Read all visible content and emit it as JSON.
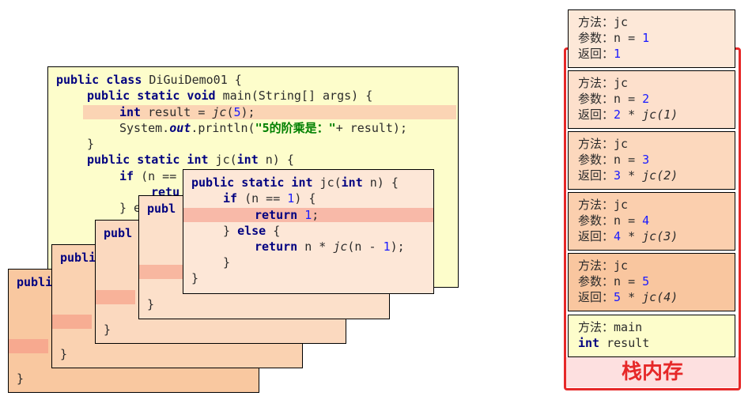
{
  "main_code": {
    "l1": [
      "public class",
      " DiGuiDemo01 {"
    ],
    "l2": [
      "public static void",
      " main(String[] args) {"
    ],
    "l3": [
      "int",
      " result = ",
      "jc",
      "(",
      "5",
      ");"
    ],
    "l4": [
      "System.",
      "out",
      ".println(",
      "\"5的阶乘是：\"",
      "+ result);"
    ],
    "l5": "}",
    "l6": [
      "public static int",
      " jc(",
      "int",
      " n) {"
    ],
    "l7": [
      "if",
      " (n =="
    ],
    "l8": "retu",
    "l9": [
      "} e",
      ""
    ]
  },
  "front_code": {
    "l1": [
      "public static int",
      " jc(",
      "int",
      " n) {"
    ],
    "l2": [
      "if",
      " (n == ",
      "1",
      ") {"
    ],
    "l3": [
      "return",
      " ",
      "1",
      ";"
    ],
    "l4": [
      "} ",
      "else",
      " {"
    ],
    "l5": [
      "return",
      " n * ",
      "jc",
      "(n - ",
      "1",
      ");"
    ],
    "l6": "}",
    "l7": "}"
  },
  "stub_text": {
    "publ": "publ",
    "publi": "publi",
    "close": "}"
  },
  "frames": [
    {
      "method_label": "方法：",
      "method": "jc",
      "param_label": "参数：",
      "param": "n = ",
      "param_val": "1",
      "ret_label": "返回：",
      "ret": "1",
      "ret_rest": "",
      "bg": "#fde8d8"
    },
    {
      "method_label": "方法：",
      "method": "jc",
      "param_label": "参数：",
      "param": "n = ",
      "param_val": "2",
      "ret_label": "返回：",
      "ret": "2",
      "ret_rest": " * jc(1)",
      "bg": "#fde0cc"
    },
    {
      "method_label": "方法：",
      "method": "jc",
      "param_label": "参数：",
      "param": "n = ",
      "param_val": "3",
      "ret_label": "返回：",
      "ret": "3",
      "ret_rest": " * jc(2)",
      "bg": "#fcd8bd"
    },
    {
      "method_label": "方法：",
      "method": "jc",
      "param_label": "参数：",
      "param": "n = ",
      "param_val": "4",
      "ret_label": "返回：",
      "ret": "4",
      "ret_rest": " * jc(3)",
      "bg": "#fbcfae"
    },
    {
      "method_label": "方法：",
      "method": "jc",
      "param_label": "参数：",
      "param": "n = ",
      "param_val": "5",
      "ret_label": "返回：",
      "ret": "5",
      "ret_rest": " * jc(4)",
      "bg": "#f9c69f"
    }
  ],
  "main_frame": {
    "method_label": "方法：",
    "method": "main",
    "var_kw": "int",
    "var": " result",
    "bg": "#fdfdcb"
  },
  "stack_label": "栈内存",
  "colors": {
    "highlight_main": "#fbd4b4",
    "highlight_front": "#f8b9a8",
    "highlight_stack": "#f7a98f",
    "stack_border": "#e62828"
  }
}
